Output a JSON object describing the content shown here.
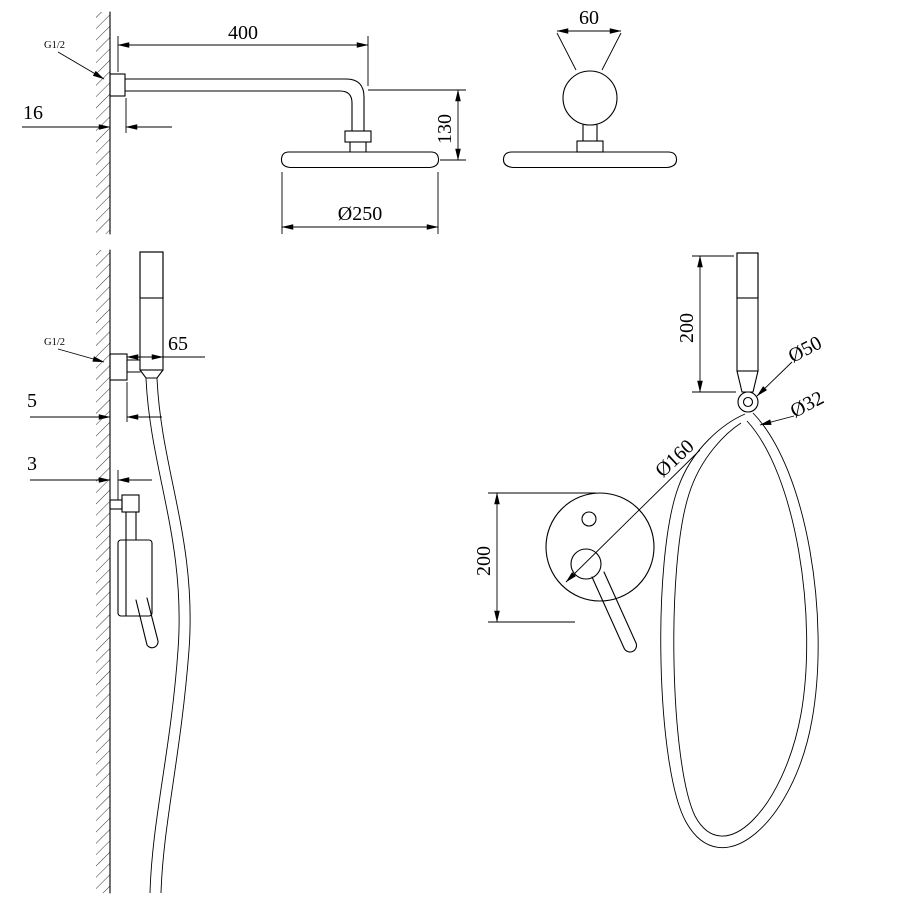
{
  "drawing": {
    "background_color": "#ffffff",
    "line_color": "#000000",
    "views": {
      "head_side": {
        "thread": "G1/2",
        "arm_length": "400",
        "wall_depth": "16",
        "drop_height": "130",
        "head_diameter": "Ø250"
      },
      "head_front": {
        "arm_width": "60"
      },
      "hand_side": {
        "thread": "G1/2",
        "bracket_offset": "65",
        "gap_plate": "5",
        "gap_trim": "3"
      },
      "hand_front": {
        "handle_length": "200",
        "holder_diameter": "Ø50",
        "hose_diameter": "Ø32"
      },
      "mixer_front": {
        "plate_diameter": "Ø160",
        "body_height": "200"
      }
    }
  }
}
